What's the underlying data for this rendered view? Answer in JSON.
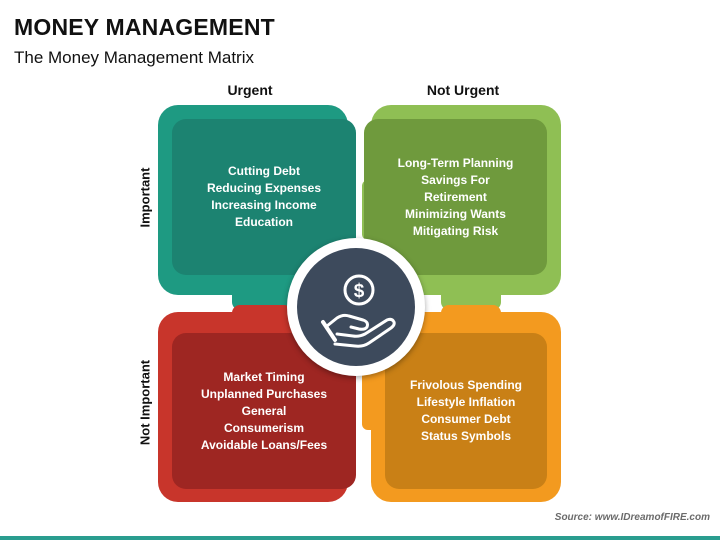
{
  "header": {
    "title": "MONEY MANAGEMENT",
    "subtitle": "The Money Management Matrix"
  },
  "columns": {
    "left": "Urgent",
    "right": "Not Urgent"
  },
  "rows": {
    "top": "Important",
    "bottom": "Not Important"
  },
  "quadrants": {
    "urgent_important": {
      "color_outer": "#1e9a82",
      "color_inner": "#1c8371",
      "lines": [
        "Cutting Debt",
        "Reducing Expenses",
        "Increasing Income",
        "Education"
      ]
    },
    "not_urgent_important": {
      "color_outer": "#8fbf54",
      "color_inner": "#6f9a3d",
      "lines": [
        "Long-Term Planning",
        "Savings For",
        "Retirement",
        "Minimizing Wants",
        "Mitigating Risk"
      ]
    },
    "urgent_not_important": {
      "color_outer": "#c8352b",
      "color_inner": "#9e2622",
      "lines": [
        "Market Timing",
        "Unplanned Purchases",
        "General",
        "Consumerism",
        "Avoidable Loans/Fees"
      ]
    },
    "not_urgent_not_important": {
      "color_outer": "#f39a1f",
      "color_inner": "#c98016",
      "lines": [
        "Frivolous Spending",
        "Lifestyle Inflation",
        "Consumer Debt",
        "Status Symbols"
      ]
    }
  },
  "center_icon": "hand-holding-dollar-icon",
  "footer": {
    "source": "Source: www.IDreamofFIRE.com"
  }
}
